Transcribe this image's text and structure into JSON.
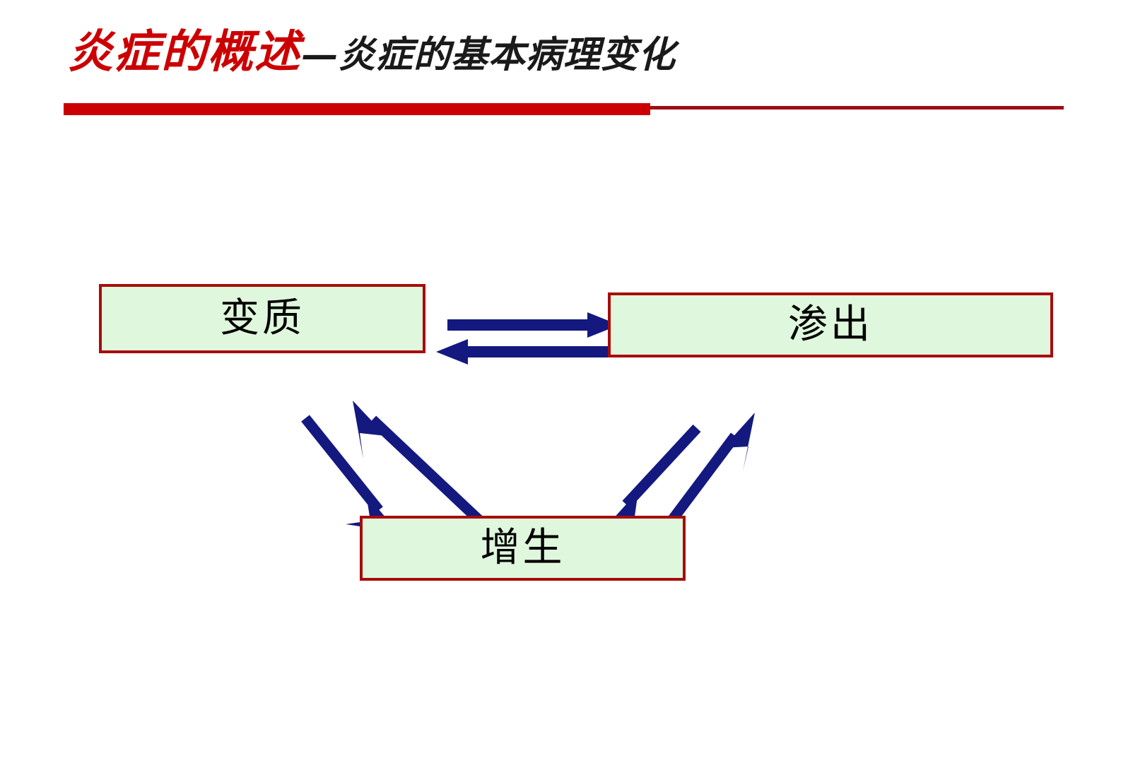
{
  "slide": {
    "title": {
      "main_text": "炎症的概述",
      "separator": "—",
      "sub_text": "炎症的基本病理变化",
      "main_color": "#CC0000",
      "sub_color": "#1a1a1a"
    },
    "divider": {
      "thick_color": "#CC0000",
      "thin_color": "#9E0B16"
    },
    "background_color": "#FFFFFF"
  },
  "diagram": {
    "type": "cycle-diagram",
    "node_fill": "#DFF7DC",
    "node_border": "#A80C0C",
    "arrow_color": "#13197F",
    "nodes": [
      {
        "id": "bianzhi",
        "label": "变质",
        "position": "top-left"
      },
      {
        "id": "shenchu",
        "label": "渗出",
        "position": "top-right"
      },
      {
        "id": "zengsheng",
        "label": "增生",
        "position": "bottom-center"
      }
    ],
    "connections": [
      {
        "from": "变质",
        "to": "渗出",
        "direction": "right"
      },
      {
        "from": "渗出",
        "to": "变质",
        "direction": "left"
      },
      {
        "from": "变质",
        "to": "增生",
        "direction": "down-right"
      },
      {
        "from": "增生",
        "to": "变质",
        "direction": "up-left"
      },
      {
        "from": "渗出",
        "to": "增生",
        "direction": "down-left"
      },
      {
        "from": "增生",
        "to": "渗出",
        "direction": "up-right"
      }
    ]
  }
}
